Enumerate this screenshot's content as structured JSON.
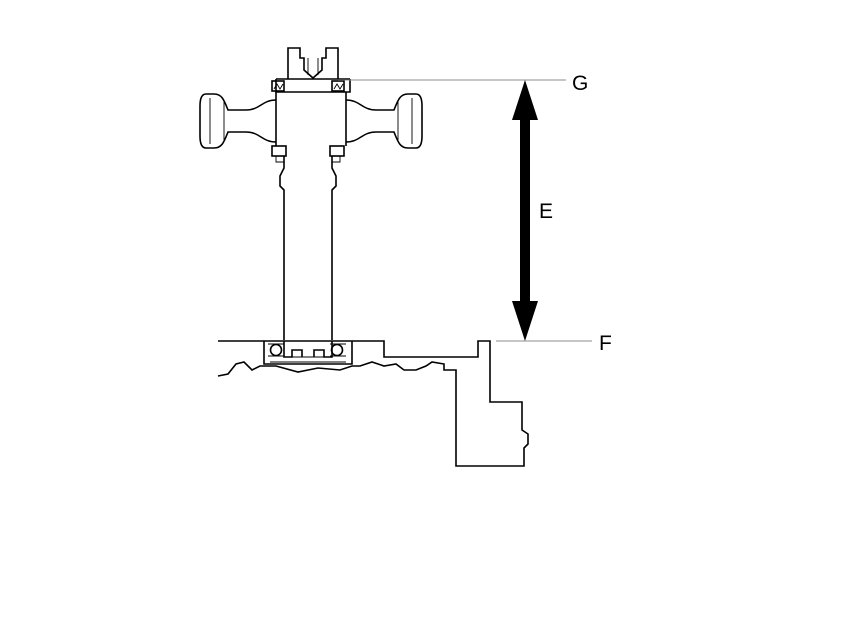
{
  "labels": {
    "top_reference": "G",
    "dimension": "E",
    "bottom_reference": "F"
  },
  "colors": {
    "stroke": "#000000",
    "reference_line": "#8c8c8c",
    "arrow": "#000000",
    "background": "#ffffff"
  }
}
